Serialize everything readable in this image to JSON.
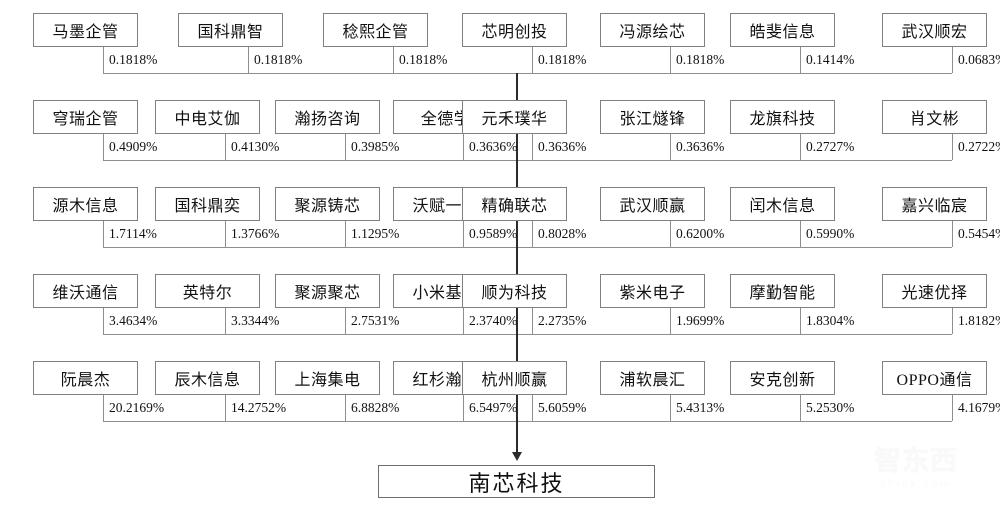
{
  "diagram": {
    "type": "shareholder-structure",
    "target_company": "南芯科技",
    "watermark": {
      "main": "智东西",
      "sub": "zhidx.com"
    },
    "rows": [
      {
        "left_group": [
          {
            "name": "马墨企管",
            "pct": "0.1818%"
          },
          {
            "name": "国科鼎智",
            "pct": "0.1818%"
          },
          {
            "name": "稔熙企管",
            "pct": "0.1818%"
          }
        ],
        "right_group": [
          {
            "name": "芯明创投",
            "pct": "0.1818%"
          },
          {
            "name": "冯源绘芯",
            "pct": "0.1818%"
          },
          {
            "name": "皓斐信息",
            "pct": "0.1414%"
          },
          {
            "name": "武汉顺宏",
            "pct": "0.0683%"
          }
        ]
      },
      {
        "left_group": [
          {
            "name": "穹瑞企管",
            "pct": "0.4909%"
          },
          {
            "name": "中电艾伽",
            "pct": "0.4130%"
          },
          {
            "name": "瀚扬咨询",
            "pct": "0.3985%"
          },
          {
            "name": "全德学",
            "pct": "0.3636%"
          }
        ],
        "right_group": [
          {
            "name": "元禾璞华",
            "pct": "0.3636%"
          },
          {
            "name": "张江燧锋",
            "pct": "0.3636%"
          },
          {
            "name": "龙旗科技",
            "pct": "0.2727%"
          },
          {
            "name": "肖文彬",
            "pct": "0.2722%"
          }
        ]
      },
      {
        "left_group": [
          {
            "name": "源木信息",
            "pct": "1.7114%"
          },
          {
            "name": "国科鼎奕",
            "pct": "1.3766%"
          },
          {
            "name": "聚源铸芯",
            "pct": "1.1295%"
          },
          {
            "name": "沃赋一号",
            "pct": "0.9589%"
          }
        ],
        "right_group": [
          {
            "name": "精确联芯",
            "pct": "0.8028%"
          },
          {
            "name": "武汉顺赢",
            "pct": "0.6200%"
          },
          {
            "name": "闰木信息",
            "pct": "0.5990%"
          },
          {
            "name": "嘉兴临宸",
            "pct": "0.5454%"
          }
        ]
      },
      {
        "left_group": [
          {
            "name": "维沃通信",
            "pct": "3.4634%"
          },
          {
            "name": "英特尔",
            "pct": "3.3344%"
          },
          {
            "name": "聚源聚芯",
            "pct": "2.7531%"
          },
          {
            "name": "小米基金",
            "pct": "2.3740%"
          }
        ],
        "right_group": [
          {
            "name": "顺为科技",
            "pct": "2.2735%"
          },
          {
            "name": "紫米电子",
            "pct": "1.9699%"
          },
          {
            "name": "摩勤智能",
            "pct": "1.8304%"
          },
          {
            "name": "光速优择",
            "pct": "1.8182%"
          }
        ]
      },
      {
        "left_group": [
          {
            "name": "阮晨杰",
            "pct": "20.2169%"
          },
          {
            "name": "辰木信息",
            "pct": "14.2752%"
          },
          {
            "name": "上海集电",
            "pct": "6.8828%"
          },
          {
            "name": "红杉瀚辰",
            "pct": "6.5497%"
          }
        ],
        "right_group": [
          {
            "name": "杭州顺赢",
            "pct": "5.6059%"
          },
          {
            "name": "浦软晨汇",
            "pct": "5.4313%"
          },
          {
            "name": "安克创新",
            "pct": "5.2530%"
          },
          {
            "name": "OPPO通信",
            "pct": "4.1679%"
          }
        ]
      }
    ]
  }
}
